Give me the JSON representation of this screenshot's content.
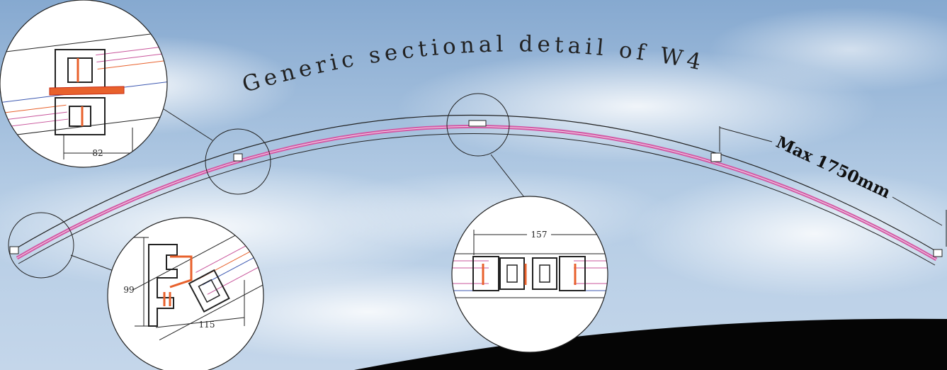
{
  "title": "Generic sectional detail of W4",
  "span_label": "Max 1750mm",
  "details": {
    "top_left_width": "82",
    "bottom_height": "99",
    "bottom_width": "115",
    "center_width": "157"
  },
  "colors": {
    "sky_top": "#8fb1d6",
    "sky_mid": "#c9d9ea",
    "magenta_frame": "#c8559b",
    "orange_thermal": "#e8612c",
    "line_dark": "#222222",
    "ground": "#050505"
  }
}
